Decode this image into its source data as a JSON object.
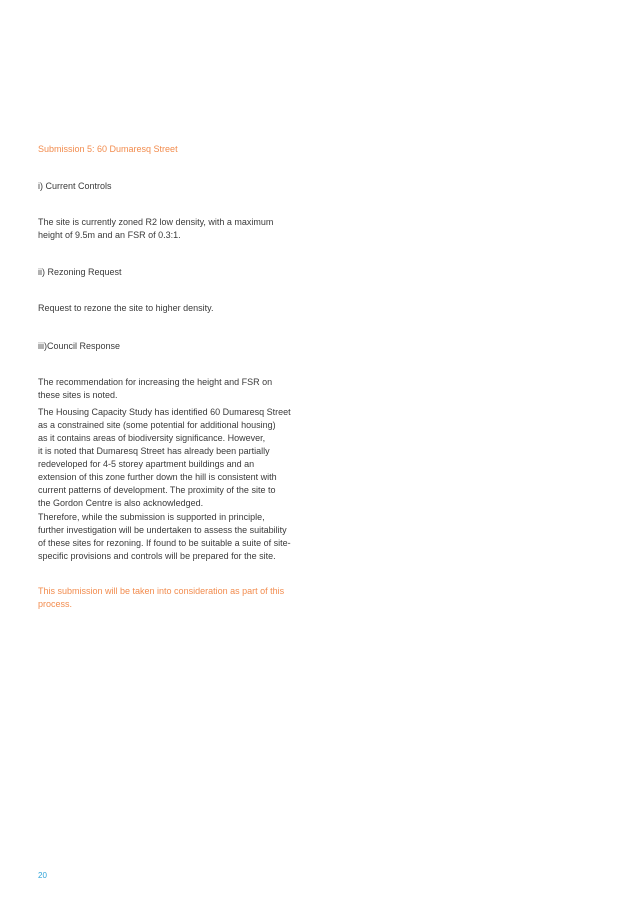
{
  "submission": {
    "title": "Submission 5: 60 Dumaresq Street",
    "current_controls_heading": "i)  Current Controls",
    "current_controls_text": "The site is currently zoned R2 low density, with a maximum\nheight of 9.5m and an FSR of 0.3:1.",
    "rezoning_request_heading": "ii)  Rezoning Request",
    "rezoning_request_text": "Request to rezone the site to higher density.",
    "council_response_heading": "iii)Council Response",
    "council_response_paragraphs": [
      "The recommendation for increasing the height and FSR on\nthese sites is noted.",
      "The Housing Capacity Study has identified 60 Dumaresq Street\nas a constrained site (some potential for additional housing)\nas it contains areas of biodiversity significance. However,\nit is noted that Dumaresq Street has already been partially\nredeveloped for 4-5 storey apartment buildings and an\nextension of this zone further down the hill is consistent with\ncurrent patterns of development. The proximity of the site to\nthe Gordon Centre is also acknowledged.",
      "Therefore, while the submission is supported in principle,\nfurther investigation will be undertaken to assess the suitability\nof these sites for rezoning. If found to be suitable a suite of site-\nspecific provisions and controls will be prepared for the site."
    ],
    "conclusion": "This submission will be taken into consideration as part of this\nprocess."
  },
  "footer": {
    "page_number": "20"
  },
  "colors": {
    "accent_orange": "#f28c4e",
    "page_number_blue": "#2ea3d8",
    "body_text": "#3a3a3a"
  }
}
